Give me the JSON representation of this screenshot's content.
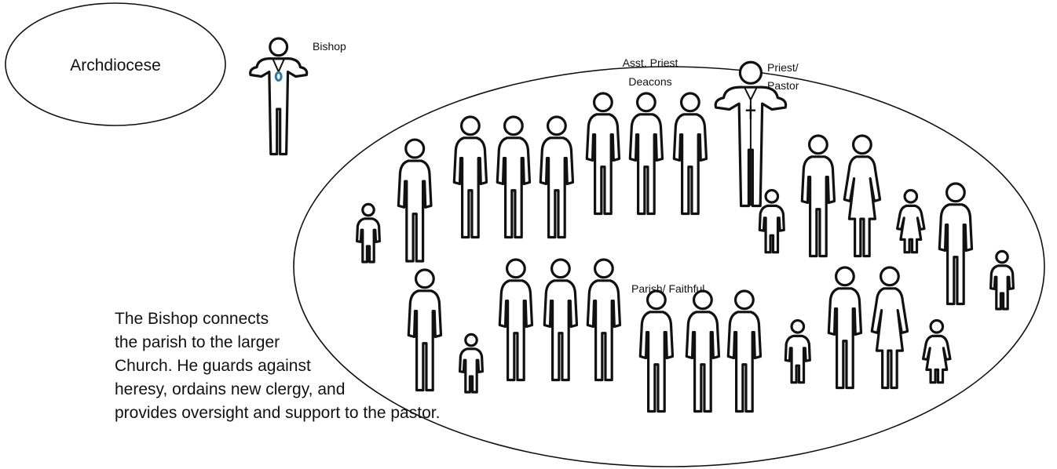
{
  "labels": {
    "archdiocese": "Archdiocese",
    "bishop": "Bishop",
    "asst_priest": "Asst. Priest",
    "deacons": "Deacons",
    "priest": "Priest/",
    "pastor": "Pastor",
    "parish": "Parish/ Faithful"
  },
  "caption": {
    "lines": [
      "The Bishop connects",
      "the parish to the larger",
      "Church. He guards against",
      "heresy, ordains new clergy, and",
      "provides oversight and support to the pastor."
    ]
  },
  "icons": {
    "person": "person-icon",
    "child": "child-icon",
    "woman": "woman-icon",
    "bishop": "bishop-icon",
    "priest": "priest-icon"
  },
  "colors": {
    "line": "#111111",
    "pectoral_ring": "#2c7da0",
    "background": "#ffffff"
  }
}
